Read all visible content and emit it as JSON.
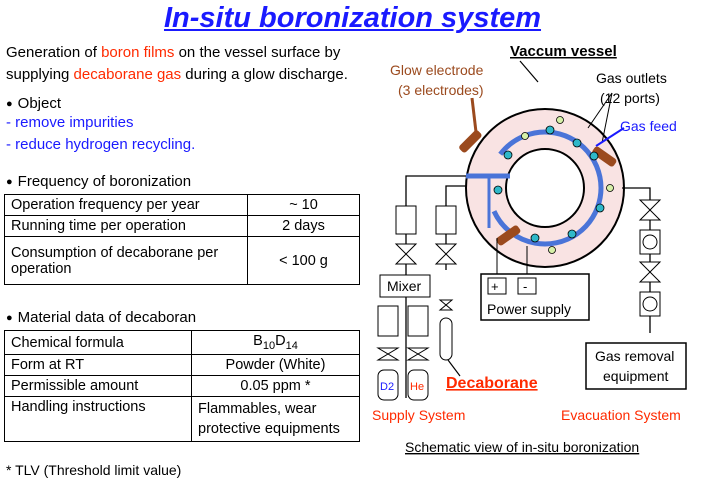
{
  "title": "In-situ boronization system",
  "intro": {
    "line1_a": "Generation of ",
    "line1_b": "boron films",
    "line1_c": " on the vessel surface by",
    "line2_a": "supplying ",
    "line2_b": "decaborane gas",
    "line2_c": " during a glow discharge."
  },
  "object": {
    "heading": "Object",
    "items": [
      "- remove impurities",
      "- reduce hydrogen recycling."
    ]
  },
  "frequency": {
    "heading": "Frequency of boronization",
    "rows": [
      [
        "Operation frequency per year",
        "~ 10"
      ],
      [
        "Running time per operation",
        "2 days"
      ],
      [
        "Consumption of decaborane per operation",
        "< 100 g"
      ]
    ]
  },
  "material": {
    "heading": "Material data of decaboran",
    "formula_label": "Chemical formula",
    "formula_b": "B",
    "formula_b_sub": "10",
    "formula_d": "D",
    "formula_d_sub": "14",
    "rows": [
      [
        "Form at RT",
        "Powder (White)"
      ],
      [
        "Permissible amount",
        "0.05 ppm *"
      ],
      [
        "Handling instructions",
        "Flammables, wear protective equipments"
      ]
    ]
  },
  "footnote": "* TLV (Threshold limit value)",
  "diagram": {
    "vessel": "Vaccum vessel",
    "glow1": "Glow electrode",
    "glow2": "(3 electrodes)",
    "outlets1": "Gas outlets",
    "outlets2": "(12 ports)",
    "gas_feed": "Gas feed",
    "mixer": "Mixer",
    "d2": "D2",
    "he": "He",
    "plus": "+",
    "minus": "-",
    "power": "Power supply",
    "decaborane": "Decaborane",
    "gas_removal1": "Gas removal",
    "gas_removal2": "equipment",
    "supply": "Supply System",
    "evacuation": "Evacuation System",
    "caption": "Schematic view of in-situ boronization",
    "colors": {
      "vessel_fill": "#f9e3e3",
      "pipe": "#4a74d8",
      "electrode": "#9b4a1e",
      "port": "#2fb8c9",
      "outlet": "#d6f0a8",
      "label_red": "#ff2a00",
      "label_blue": "#1a1aff"
    }
  }
}
